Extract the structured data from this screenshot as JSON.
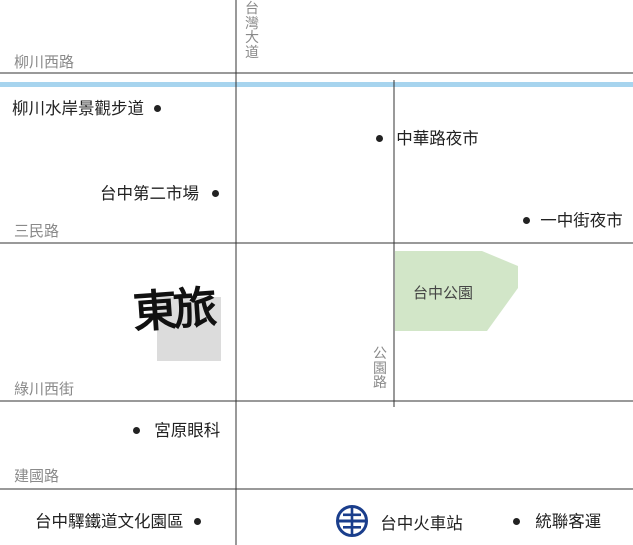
{
  "roads": {
    "liuchuan_west": "柳川西路",
    "taiwan_blvd": "台灣大道",
    "sanmin": "三民路",
    "luchuan_west": "綠川西街",
    "gongyuan": "公園路",
    "jianguo": "建國路"
  },
  "pois": {
    "liuchuan_walk": "柳川水岸景觀步道",
    "zhonghua_market": "中華路夜市",
    "second_market": "台中第二市場",
    "yizhong_market": "一中街夜市",
    "gongyuan_eye": "宮原眼科",
    "railway_park": "台中驛鐵道文化園區",
    "train_station": "台中火車站",
    "ubus": "統聯客運"
  },
  "park": {
    "name": "台中公園",
    "color": "#d2e6c8"
  },
  "logo": {
    "text": "東旅"
  },
  "colors": {
    "river": "#a7d4ee",
    "road": "#333333",
    "rail_logo": "#1a3e8c"
  },
  "icons": {
    "station": "taiwan-railway-logo-icon",
    "poi_marker": "bullet-dot-icon"
  }
}
